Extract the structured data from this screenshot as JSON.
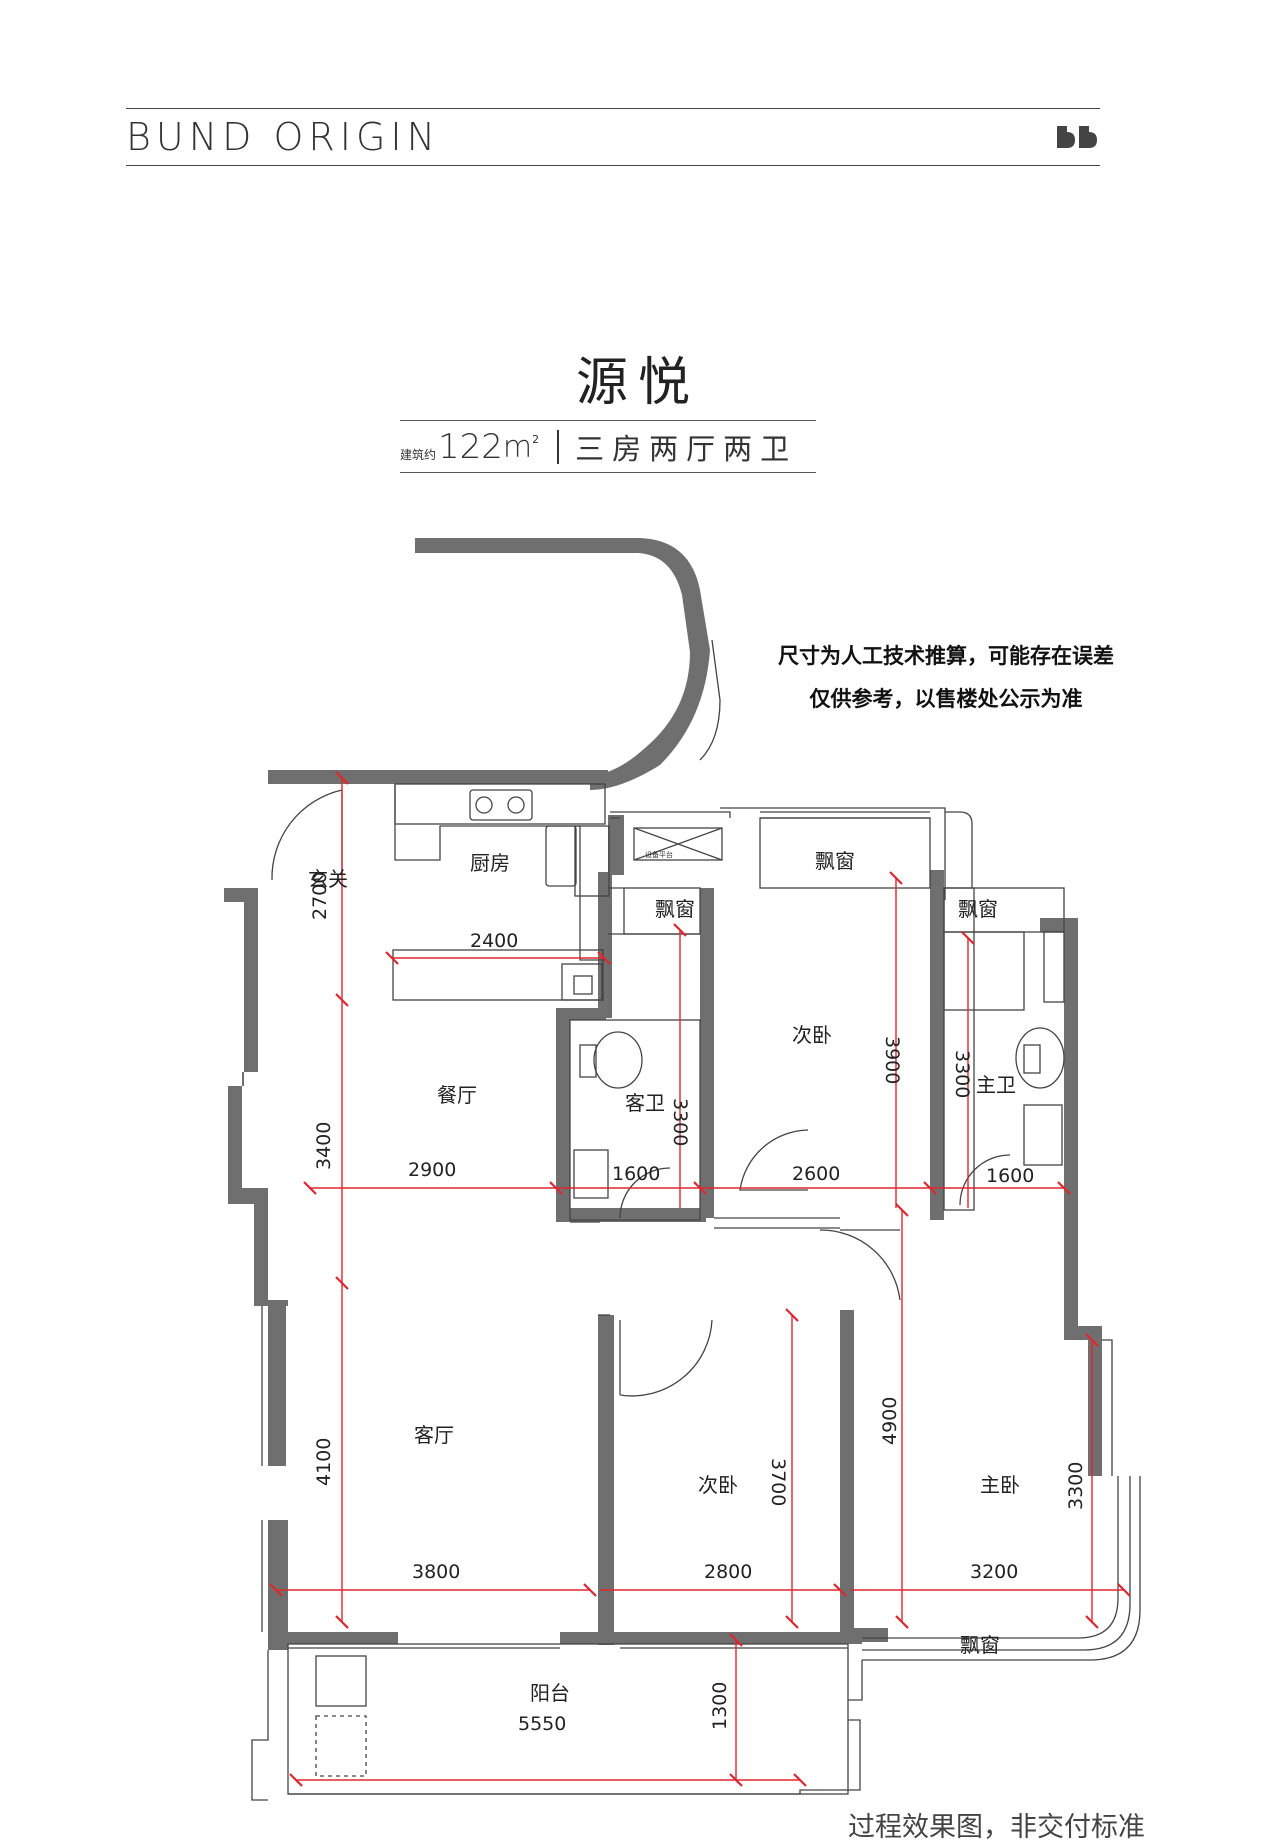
{
  "header": {
    "brand": "BUND ORIGIN",
    "logo_icon": "double-arch-logo-icon"
  },
  "title": "源悦",
  "spec": {
    "prefix": "建筑约",
    "area": "122",
    "unit": "m",
    "unit_sup": "2",
    "rooms": "三房两厅两卫"
  },
  "disclaimer": {
    "line1": "尺寸为人工技术推算，可能存在误差",
    "line2": "仅供参考，以售楼处公示为准"
  },
  "rooms": {
    "entrance": "玄关",
    "kitchen": "厨房",
    "dining": "餐厅",
    "guest_bath": "客卫",
    "master_bath": "主卫",
    "bedroom2_top": "次卧",
    "bedroom2_bottom": "次卧",
    "living": "客厅",
    "master_bed": "主卧",
    "balcony": "阳台",
    "bay_window_top": "飘窗",
    "bay_window_guest": "飘窗",
    "bay_window_master": "飘窗",
    "bay_window_bottom": "飘窗",
    "equipment_platform": "设备平台"
  },
  "dimensions": {
    "entrance_h": "2700",
    "kitchen_w": "2400",
    "dining_h": "3400",
    "dining_w": "2900",
    "guest_bath_h": "3300",
    "guest_bath_w": "1600",
    "bedroom_top_h": "3900",
    "bedroom_top_w": "2600",
    "master_bath_h": "3300",
    "master_bath_w": "1600",
    "living_h": "4100",
    "living_w": "3800",
    "bedroom_bottom_h": "3700",
    "bedroom_bottom_w": "2800",
    "master_h_left": "4900",
    "master_h_right": "3300",
    "master_w": "3200",
    "balcony_h": "1300",
    "balcony_w": "5550"
  },
  "footnote": "过程效果图，非交付标准",
  "colors": {
    "wall": "#6f6f6f",
    "dimension": "#e0262e",
    "thin_line": "#444444"
  }
}
